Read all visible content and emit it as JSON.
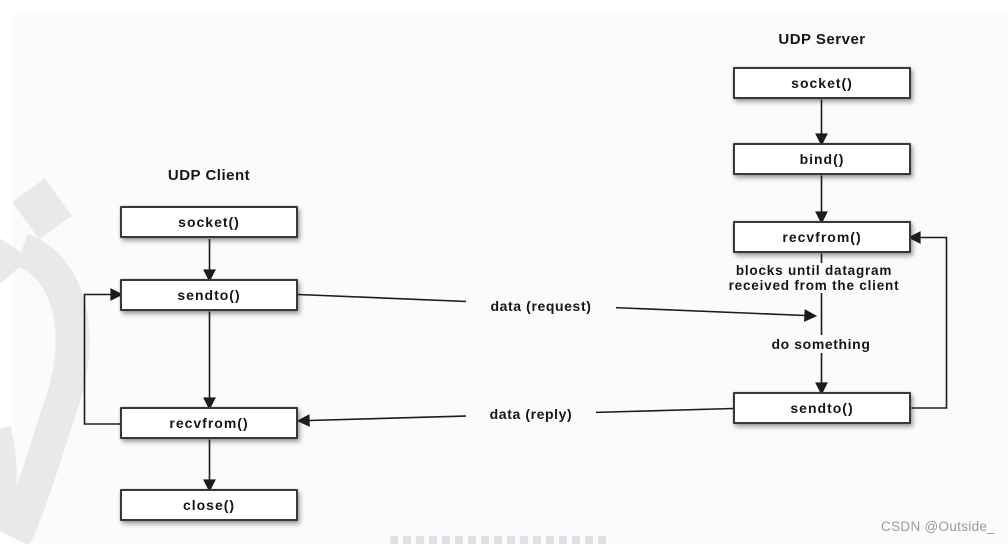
{
  "watermark": {
    "text": "CSDN @Outside_"
  },
  "diagram": {
    "client": {
      "title": "UDP Client",
      "boxes": [
        {
          "label": "socket()"
        },
        {
          "label": "sendto()"
        },
        {
          "label": "recvfrom()"
        },
        {
          "label": "close()"
        }
      ]
    },
    "server": {
      "title": "UDP Server",
      "boxes": [
        {
          "label": "socket()"
        },
        {
          "label": "bind()"
        },
        {
          "label": "recvfrom()"
        },
        {
          "label": "sendto()"
        }
      ]
    },
    "annotations": {
      "blocks_line1": "blocks until datagram",
      "blocks_line2": "received from the client",
      "do_something": "do something",
      "data_request": "data (request)",
      "data_reply": "data (reply)"
    },
    "colors": {
      "box_border": "#383838",
      "box_fill": "#ffffff",
      "arrow": "#1c1c1c",
      "text": "#161616",
      "background": "#fbfbfb",
      "watermark_gray": "#e9e9eb",
      "watermark_text_color": "#9a9a9a"
    }
  }
}
